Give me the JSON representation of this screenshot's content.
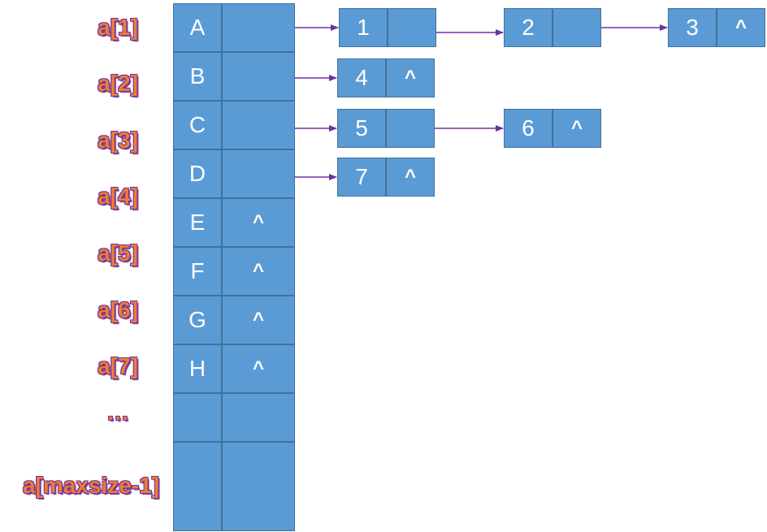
{
  "colors": {
    "cell_fill": "#5b9bd5",
    "cell_border": "#41719c",
    "cell_text": "#ffffff",
    "arrow": "#7030a0",
    "label_fill": "#ed7d31",
    "label_outline": "#7030a0"
  },
  "index_labels": [
    "a[1]",
    "a[2]",
    "a[3]",
    "a[4]",
    "a[5]",
    "a[6]",
    "a[7]",
    "…",
    "a[maxsize-1]"
  ],
  "head_table": [
    {
      "data": "A",
      "next": ""
    },
    {
      "data": "B",
      "next": ""
    },
    {
      "data": "C",
      "next": ""
    },
    {
      "data": "D",
      "next": ""
    },
    {
      "data": "E",
      "next": "^"
    },
    {
      "data": "F",
      "next": "^"
    },
    {
      "data": "G",
      "next": "^"
    },
    {
      "data": "H",
      "next": "^"
    },
    {
      "data": "",
      "next": ""
    },
    {
      "data": "",
      "next": ""
    }
  ],
  "chains": [
    {
      "from": "A",
      "nodes": [
        {
          "data": "1",
          "next": ""
        },
        {
          "data": "2",
          "next": ""
        },
        {
          "data": "3",
          "next": "^"
        }
      ]
    },
    {
      "from": "B",
      "nodes": [
        {
          "data": "4",
          "next": "^"
        }
      ]
    },
    {
      "from": "C",
      "nodes": [
        {
          "data": "5",
          "next": ""
        },
        {
          "data": "6",
          "next": "^"
        }
      ]
    },
    {
      "from": "D",
      "nodes": [
        {
          "data": "7",
          "next": "^"
        }
      ]
    }
  ]
}
